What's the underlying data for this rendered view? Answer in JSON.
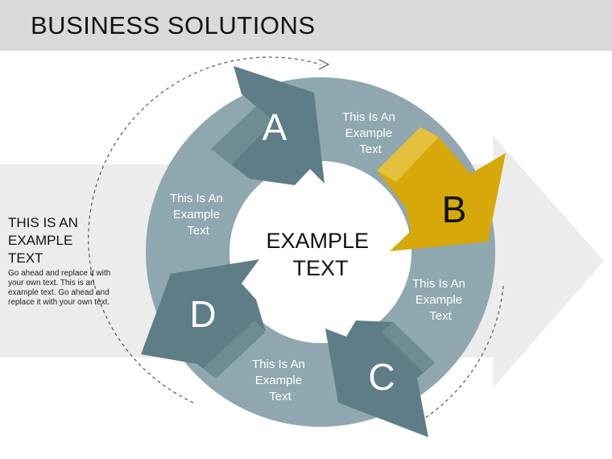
{
  "header": {
    "title": "BUSINESS SOLUTIONS"
  },
  "side": {
    "title_lines": [
      "THIS IS AN",
      "EXAMPLE",
      "TEXT"
    ],
    "body": "Go ahead and replace it with your own text. This is an example text. Go ahead and replace it with your own text."
  },
  "center": {
    "lines": [
      "EXAMPLE",
      "TEXT"
    ]
  },
  "segments": [
    {
      "letter": "A",
      "label": [
        "This Is An",
        "Example",
        "Text"
      ]
    },
    {
      "letter": "B",
      "label": [
        "This Is An",
        "Example",
        "Text"
      ]
    },
    {
      "letter": "C",
      "label": [
        "This Is An",
        "Example",
        "Text"
      ]
    },
    {
      "letter": "D",
      "label": [
        "This Is An",
        "Example",
        "Text"
      ]
    }
  ],
  "colors": {
    "header_bg": "#d9d9d9",
    "ring": "#8fa7ae",
    "arrow_dark": "#5f7d86",
    "arrow_highlight": "#d6a80a",
    "background_arrow": "#ececec"
  }
}
